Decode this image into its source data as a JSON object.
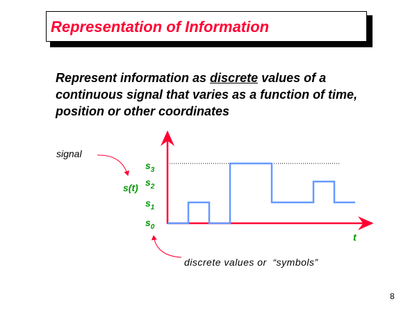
{
  "title": "Representation of Information",
  "body": {
    "pre": "Represent information as ",
    "emph": "discrete",
    "post": " values of a continuous signal that varies as a function of time, position or other coordinates"
  },
  "diagram": {
    "signal_label": "signal",
    "y_label": "s(t)",
    "x_label": "t",
    "levels": [
      {
        "s": "s",
        "i": "0"
      },
      {
        "s": "s",
        "i": "1"
      },
      {
        "s": "s",
        "i": "2"
      },
      {
        "s": "s",
        "i": "3"
      }
    ],
    "caption": "discrete values or  “symbols”",
    "signal_levels": [
      0,
      1,
      0,
      3,
      3,
      1,
      1,
      2,
      1
    ]
  },
  "page_number": "8",
  "colors": {
    "title": "#ff0033",
    "axis": "#ff0033",
    "signal": "#6699ff",
    "labels": "#009900"
  }
}
